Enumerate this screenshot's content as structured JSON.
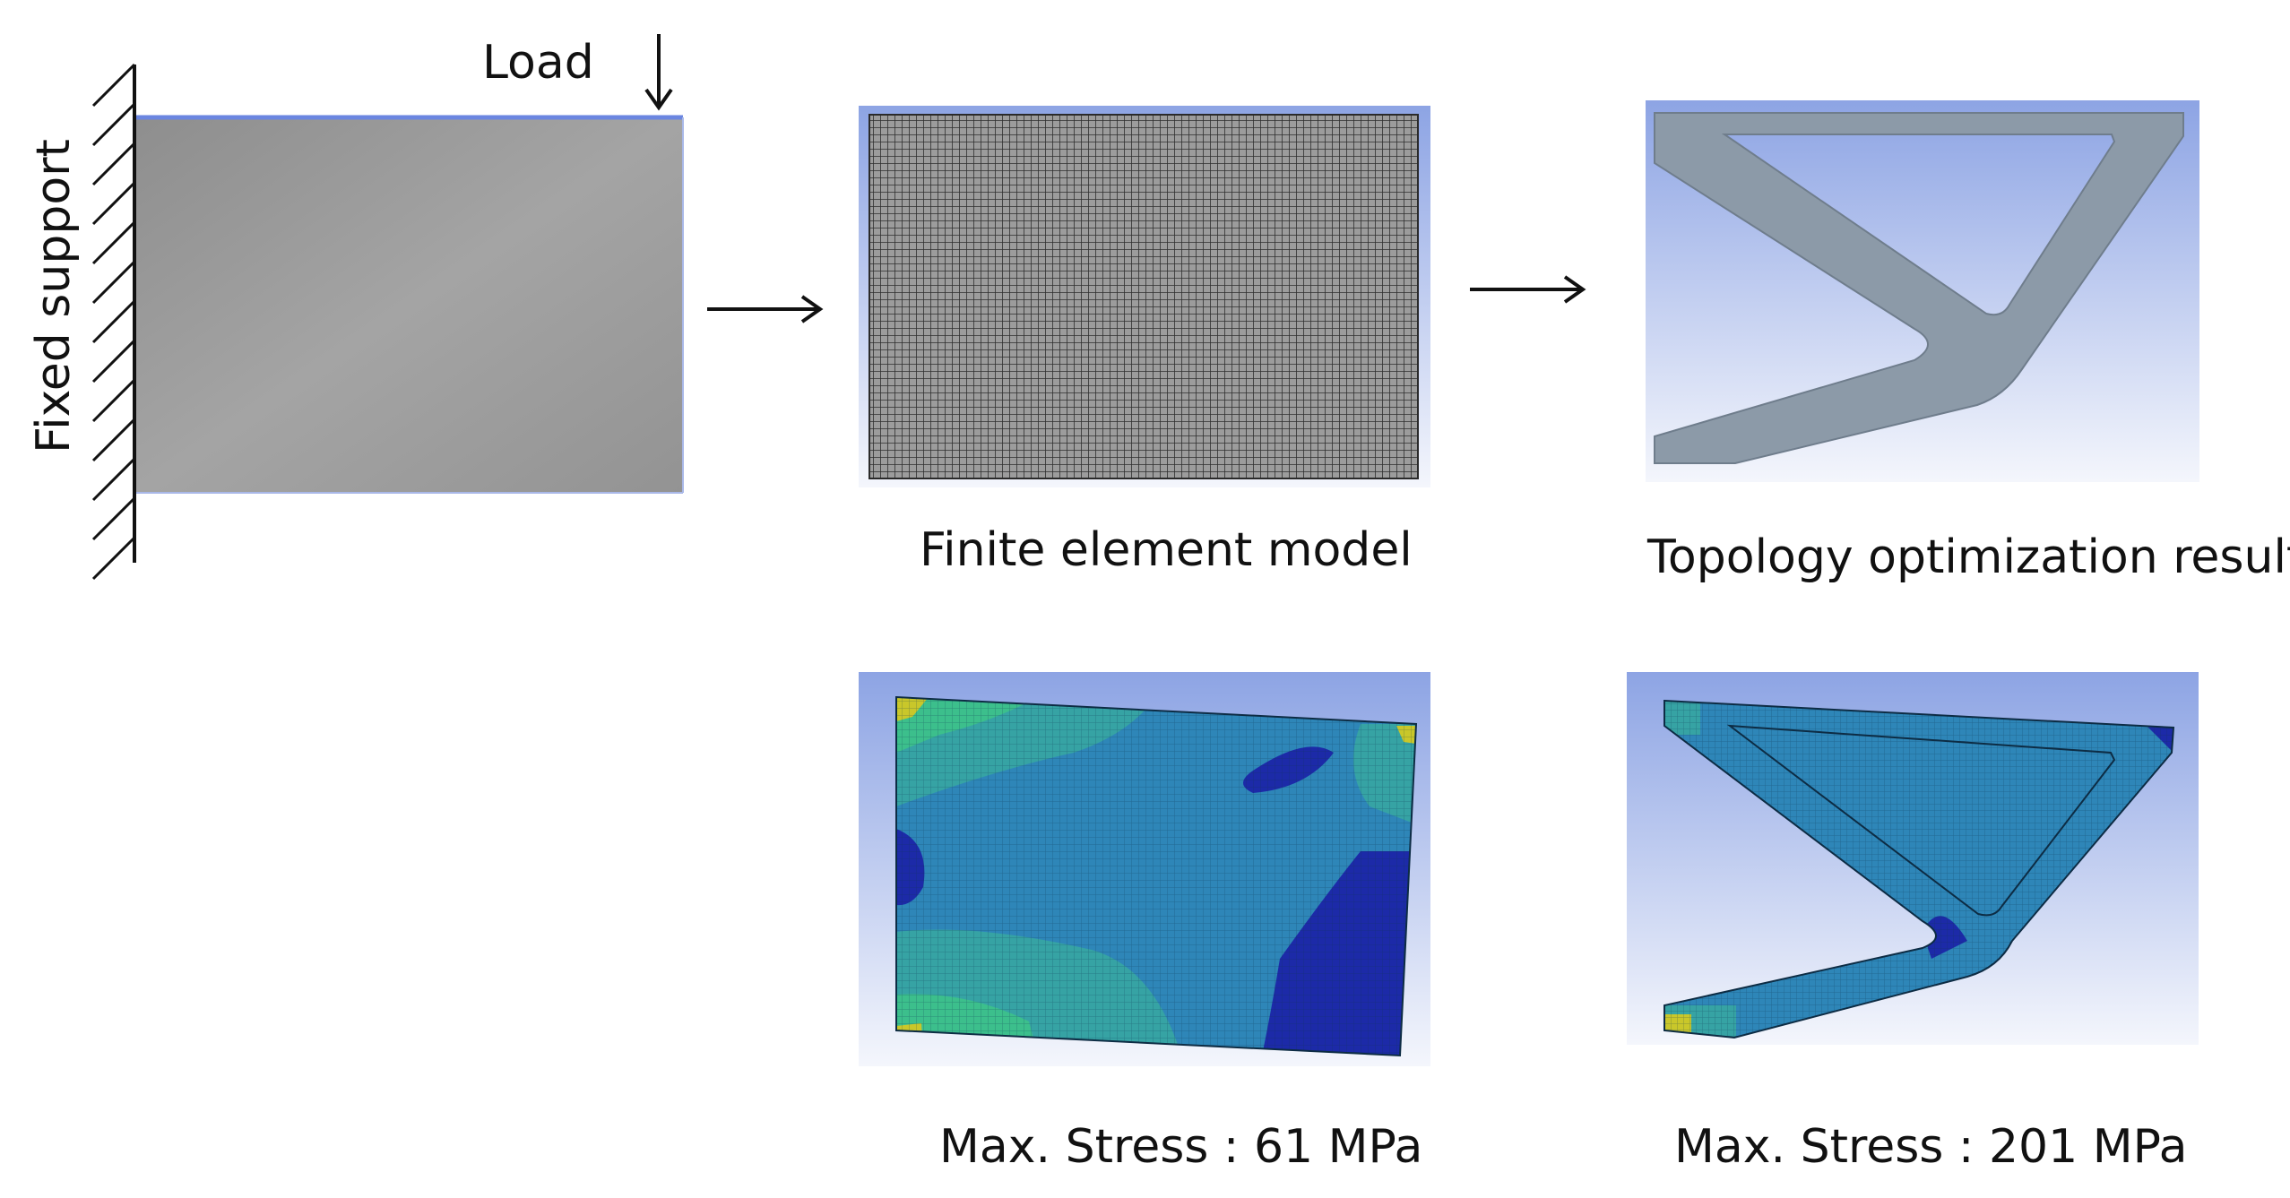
{
  "labels": {
    "load": "Load",
    "fixed_support": "Fixed support",
    "fe_model": "Finite element model",
    "topo_result": "Topology optimization result",
    "stress_fe": "Max. Stress : 61 MPa",
    "stress_topo": "Max. Stress : 201 MPa"
  },
  "colors": {
    "plate_gray": "#9a9a9a",
    "mesh_dark": "#3a3a3a",
    "viewport_top": "#8da4e4",
    "viewport_bottom": "#f4f6fc",
    "stress_low": "#1c2aa8",
    "stress_mid": "#2e86b8",
    "stress_high": "#3cbf8c",
    "stress_peak": "#c9c72a",
    "structure_gray": "#8c9aa8"
  },
  "icons": [
    "down-arrow-icon",
    "right-arrow-icon"
  ]
}
